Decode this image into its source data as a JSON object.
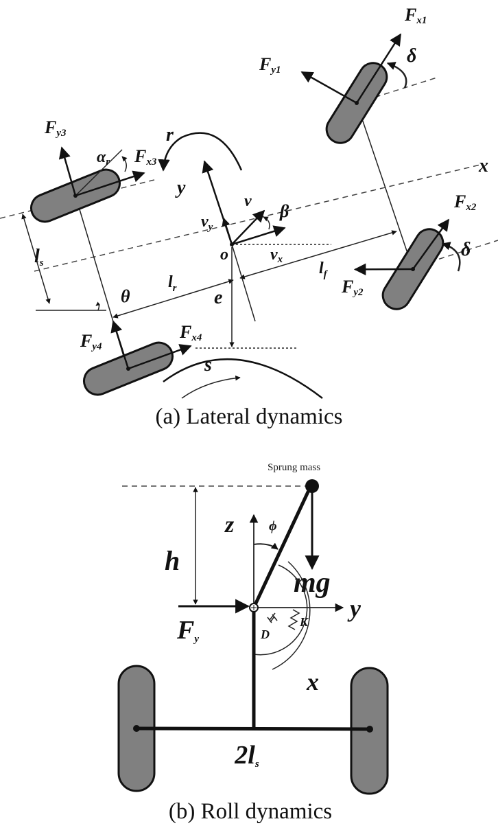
{
  "panel_a": {
    "caption": "(a) Lateral dynamics",
    "labels": {
      "Fx1": {
        "main": "F",
        "sub": "x1"
      },
      "Fy1": {
        "main": "F",
        "sub": "y1"
      },
      "Fx2": {
        "main": "F",
        "sub": "x2"
      },
      "Fy2": {
        "main": "F",
        "sub": "y2"
      },
      "Fx3": {
        "main": "F",
        "sub": "x3"
      },
      "Fy3": {
        "main": "F",
        "sub": "y3"
      },
      "Fx4": {
        "main": "F",
        "sub": "x4"
      },
      "Fy4": {
        "main": "F",
        "sub": "y4"
      },
      "delta_front_left": "δ",
      "delta_front_right": "δ",
      "alpha_r": {
        "main": "α",
        "sub": "r"
      },
      "yaw_rate": "r",
      "y_axis": "y",
      "x_axis": "x",
      "v": "v",
      "vy": {
        "main": "v",
        "sub": "y"
      },
      "vx": {
        "main": "v",
        "sub": "x"
      },
      "beta": "β",
      "origin": "o",
      "ls": {
        "main": "l",
        "sub": "s"
      },
      "lr": {
        "main": "l",
        "sub": "r"
      },
      "lf": {
        "main": "l",
        "sub": "f"
      },
      "theta": "θ",
      "e": "e",
      "s": "s"
    }
  },
  "panel_b": {
    "caption": "(b) Roll dynamics",
    "labels": {
      "sprung_mass": "Sprung mass",
      "z_axis": "z",
      "phi": "ϕ",
      "h": "h",
      "mg": "mg",
      "Fy": {
        "main": "F",
        "sub": "y"
      },
      "y_axis": "y",
      "D": "D",
      "K": "K",
      "x_axis": "x",
      "track": {
        "main": "2l",
        "sub": "s"
      }
    }
  },
  "colors": {
    "wheel_fill": "#808080",
    "stroke": "#111111",
    "background": "#ffffff"
  }
}
